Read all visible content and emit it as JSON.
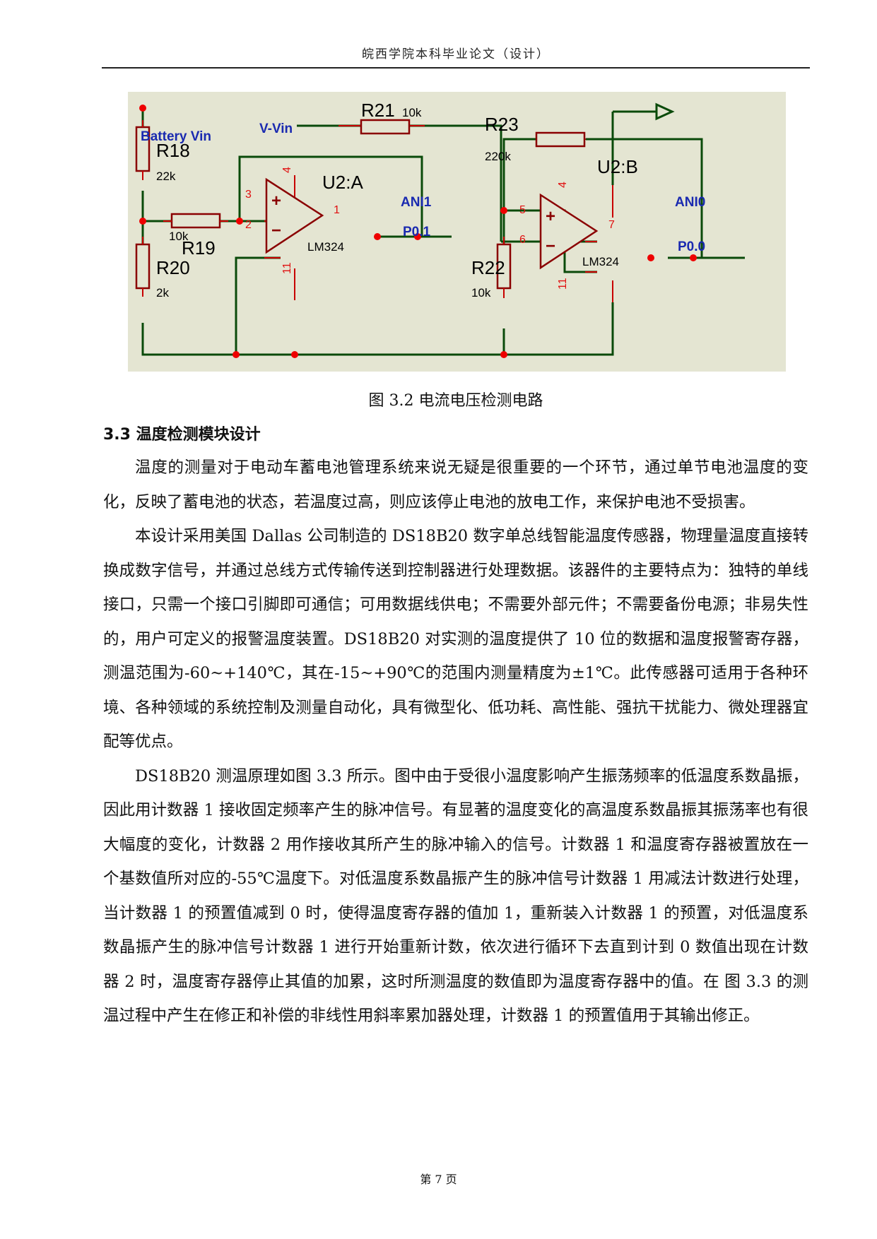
{
  "header": {
    "title": "皖西学院本科毕业论文（设计）"
  },
  "figure": {
    "caption": "图 3.2  电流电压检测电路",
    "colors": {
      "background": "#e4e5d2",
      "wire": "#0a4a0a",
      "component": "#8a0000",
      "node": "#ee0000",
      "net_label": "#1a2ab0",
      "pin_number": "#e01010",
      "text": "#000000"
    },
    "labels": {
      "battery_vin": "Battery Vin",
      "v_vin": "V-Vin",
      "r18_name": "R18",
      "r18_value": "22k",
      "r19_name": "R19",
      "r19_value": "10k",
      "r20_name": "R20",
      "r20_value": "2k",
      "r21_name": "R21",
      "r21_value": "10k",
      "r22_name": "R22",
      "r22_value": "10k",
      "r23_name": "R23",
      "r23_value": "220k",
      "u2a_name": "U2:A",
      "u2a_part": "LM324",
      "u2b_name": "U2:B",
      "u2b_part": "LM324",
      "ani1": "ANI1",
      "p01": "P0.1",
      "ani0": "ANI0",
      "p00": "P0.0",
      "plus": "+",
      "minus": "−",
      "pins": {
        "a3": "3",
        "a2": "2",
        "a1": "1",
        "a4": "4",
        "a11": "11",
        "b5": "5",
        "b6": "6",
        "b7": "7",
        "b4": "4",
        "b11": "11"
      }
    }
  },
  "section": {
    "title": "3.3 温度检测模块设计"
  },
  "paragraphs": [
    "温度的测量对于电动车蓄电池管理系统来说无疑是很重要的一个环节，通过单节电池温度的变化，反映了蓄电池的状态，若温度过高，则应该停止电池的放电工作，来保护电池不受损害。",
    "本设计采用美国 Dallas 公司制造的 DS18B20 数字单总线智能温度传感器，物理量温度直接转换成数字信号，并通过总线方式传输传送到控制器进行处理数据。该器件的主要特点为：独特的单线接口，只需一个接口引脚即可通信；可用数据线供电；不需要外部元件；不需要备份电源；非易失性的，用户可定义的报警温度装置。DS18B20 对实测的温度提供了 10 位的数据和温度报警寄存器，测温范围为-60~+140℃，其在-15~+90℃的范围内测量精度为±1℃。此传感器可适用于各种环境、各种领域的系统控制及测量自动化，具有微型化、低功耗、高性能、强抗干扰能力、微处理器宜配等优点。",
    "DS18B20 测温原理如图 3.3 所示。图中由于受很小温度影响产生振荡频率的低温度系数晶振，因此用计数器 1 接收固定频率产生的脉冲信号。有显著的温度变化的高温度系数晶振其振荡率也有很大幅度的变化，计数器 2 用作接收其所产生的脉冲输入的信号。计数器 1 和温度寄存器被置放在一个基数值所对应的-55℃温度下。对低温度系数晶振产生的脉冲信号计数器 1 用减法计数进行处理，当计数器 1 的预置值减到 0 时，使得温度寄存器的值加 1，重新装入计数器 1 的预置，对低温度系数晶振产生的脉冲信号计数器 1 进行开始重新计数，依次进行循环下去直到计到 0 数值出现在计数器 2 时，温度寄存器停止其值的加累，这时所测温度的数值即为温度寄存器中的值。在 图 3.3 的测温过程中产生在修正和补偿的非线性用斜率累加器处理，计数器 1 的预置值用于其输出修正。"
  ],
  "footer": {
    "page_number": "第 7 页"
  }
}
